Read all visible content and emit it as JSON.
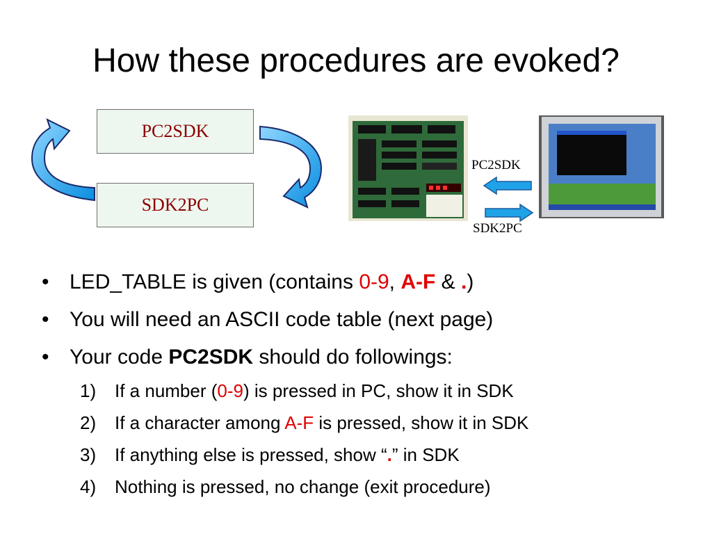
{
  "title": "How these procedures are evoked?",
  "diagram": {
    "box_top": "PC2SDK",
    "box_bottom": "SDK2PC",
    "photo_label_top": "PC2SDK",
    "photo_label_bottom": "SDK2PC"
  },
  "bullets": [
    {
      "marker": "•",
      "parts": [
        "LED_TABLE is given (contains ",
        "0-9",
        ", ",
        "A-F",
        " & ",
        ".",
        ")"
      ]
    },
    {
      "marker": "•",
      "text": "You will need an ASCII code table (next page)"
    },
    {
      "marker": "•",
      "parts": [
        "Your code ",
        "PC2SDK",
        " should do followings:"
      ]
    }
  ],
  "steps": [
    {
      "num": "1)",
      "parts": [
        "If a number (",
        "0-9",
        ") is pressed in PC, show it in SDK"
      ]
    },
    {
      "num": "2)",
      "parts": [
        "If a character among ",
        "A-F",
        " is pressed, show it in SDK"
      ]
    },
    {
      "num": "3)",
      "parts": [
        "If anything else is pressed, show “",
        ".",
        "” in SDK"
      ]
    },
    {
      "num": "4)",
      "text": "Nothing is pressed, no change (exit procedure)"
    }
  ],
  "colors": {
    "accent_red": "#e00000",
    "box_text": "#8b0000",
    "arrow_blue": "#1fa2e8",
    "box_fill": "#eef7ef"
  },
  "icons": [
    "curved-arrow-icon",
    "flat-arrow-icon",
    "sdk-board-photo",
    "pc-monitor-photo"
  ]
}
